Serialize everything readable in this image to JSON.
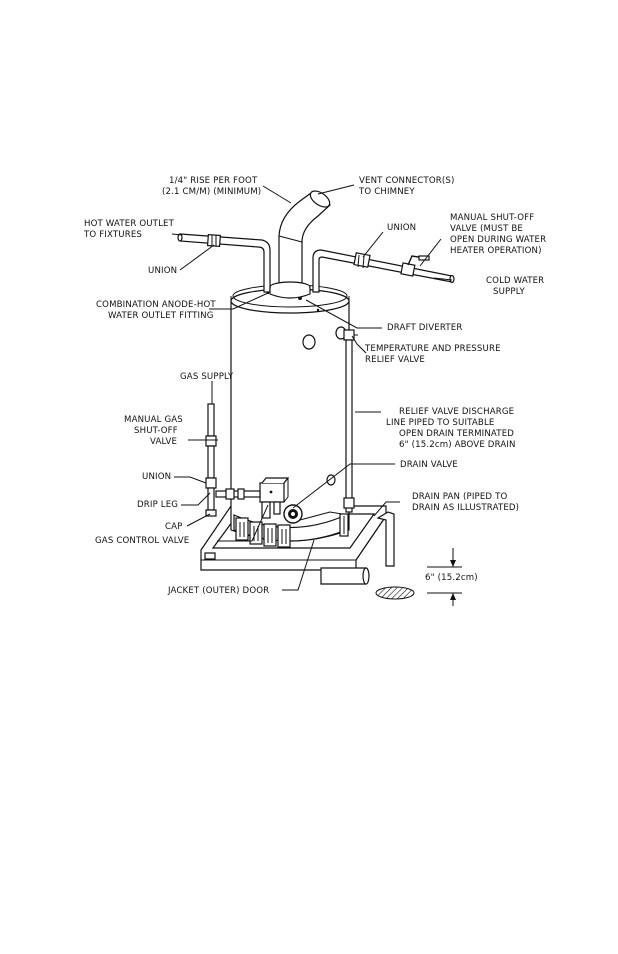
{
  "labels": {
    "rise_1": "1/4\" RISE PER FOOT",
    "rise_2": "(2.1 CM/M) (MINIMUM)",
    "vent_1": "VENT CONNECTOR(S)",
    "vent_2": "TO CHIMNEY",
    "hot_1": "HOT WATER OUTLET",
    "hot_2": "TO FIXTURES",
    "union_top_right": "UNION",
    "shutoff_1": "MANUAL SHUT-OFF",
    "shutoff_2": "VALVE (MUST BE",
    "shutoff_3": "OPEN DURING WATER",
    "shutoff_4": "HEATER OPERATION)",
    "union_left": "UNION",
    "cold_1": "COLD WATER",
    "cold_2": "SUPPLY",
    "anode_1": "COMBINATION ANODE-HOT",
    "anode_2": "WATER OUTLET FITTING",
    "draft": "DRAFT DIVERTER",
    "tp_1": "TEMPERATURE AND PRESSURE",
    "tp_2": "RELIEF VALVE",
    "gas_supply": "GAS SUPPLY",
    "relief_1": "RELIEF VALVE DISCHARGE",
    "relief_2": "LINE PIPED TO SUITABLE",
    "relief_3": "OPEN DRAIN TERMINATED",
    "relief_4": "6\" (15.2cm) ABOVE DRAIN",
    "mgas_1": "MANUAL GAS",
    "mgas_2": "SHUT-OFF",
    "mgas_3": "VALVE",
    "drain_valve": "DRAIN VALVE",
    "union_gas": "UNION",
    "drip_leg": "DRIP LEG",
    "pan_1": "DRAIN PAN (PIPED TO",
    "pan_2": "DRAIN AS ILLUSTRATED)",
    "cap": "CAP",
    "gas_control": "GAS CONTROL VALVE",
    "six_inch": "6\" (15.2cm)",
    "jacket": "JACKET (OUTER) DOOR"
  }
}
